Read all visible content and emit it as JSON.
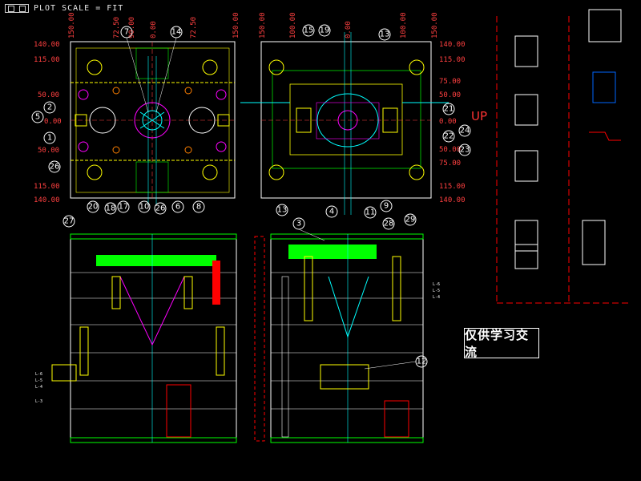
{
  "toolbar": {
    "plot_scale_label": "PLOT SCALE = FIT"
  },
  "drawing": {
    "up_label": "UP",
    "notice_text": "仅供学习交流",
    "top_left_view": {
      "top_dims": [
        "150.00",
        "72.50",
        "90.00",
        "0.00",
        "72.50",
        "150.00"
      ],
      "left_dims": [
        "140.00",
        "115.00",
        "50.00",
        "0.00",
        "50.00",
        "115.00",
        "140.00"
      ]
    },
    "top_right_view": {
      "top_dims": [
        "150.00",
        "100.00",
        "0.00",
        "100.00",
        "150.00"
      ],
      "right_dims": [
        "140.00",
        "115.00",
        "75.00",
        "50.00",
        "0.00",
        "50.00",
        "75.00",
        "115.00",
        "140.00"
      ]
    },
    "callouts": [
      "7",
      "14",
      "2",
      "5",
      "1",
      "26",
      "20",
      "18",
      "17",
      "10",
      "26",
      "6",
      "8",
      "15",
      "19",
      "13",
      "21",
      "24",
      "22",
      "23",
      "13",
      "4",
      "11",
      "9",
      "27",
      "3",
      "28",
      "29",
      "12"
    ],
    "side_labels_left": [
      "L-6",
      "L-5",
      "L-4",
      "L-3"
    ],
    "side_labels_right": [
      "L-6",
      "L-5",
      "L-4"
    ]
  }
}
